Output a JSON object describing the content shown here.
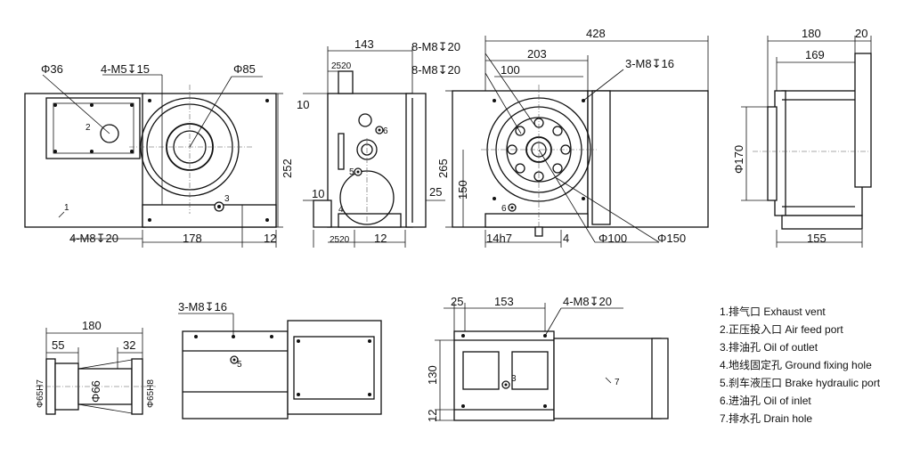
{
  "top_view": {
    "dims": {
      "d36": "Φ36",
      "m5": "4-M5↧15",
      "d85": "Φ85",
      "m8_20": "4-M8↧20",
      "w178": "178",
      "w12": "12",
      "h252": "252"
    },
    "labels": {
      "n1": "1",
      "n2": "2",
      "n3": "3"
    }
  },
  "side_view": {
    "dims": {
      "w143": "143",
      "w2520a": "2520",
      "h10a": "10",
      "h10b": "10",
      "h25": "25",
      "w2520b": "2520",
      "w12": "12"
    },
    "labels": {
      "n4": "4",
      "n5": "5",
      "n6": "6"
    }
  },
  "front_view": {
    "dims": {
      "w428": "428",
      "w203": "203",
      "w100": "100",
      "m8a": "8-M8↧20",
      "m8b": "8-M8↧20",
      "m8c": "3-M8↧16",
      "h265": "265",
      "h150": "150",
      "w14h7": "14h7",
      "w4": "4",
      "d100": "Φ100",
      "d150": "Φ150"
    },
    "labels": {
      "n6": "6"
    }
  },
  "right_view": {
    "dims": {
      "w180": "180",
      "w20": "20",
      "w169": "169",
      "d170": "Φ170",
      "w155": "155"
    }
  },
  "shaft_view": {
    "dims": {
      "w180": "180",
      "w55": "55",
      "w32": "32",
      "d65h7": "Φ65H7",
      "d66": "Φ66",
      "d65h8": "Φ65H8"
    }
  },
  "bottom_left_view": {
    "dims": {
      "m8": "3-M8↧16"
    },
    "labels": {
      "n5": "5"
    }
  },
  "bottom_mid_view": {
    "dims": {
      "w25": "25",
      "w153": "153",
      "m8": "4-M8↧20",
      "h130": "130",
      "h12": "12"
    },
    "labels": {
      "n3": "3",
      "n7": "7"
    }
  },
  "legend": [
    "1.排气口  Exhaust vent",
    "2.正压投入口  Air feed port",
    "3.排油孔  Oil of outlet",
    "4.地线固定孔  Ground fixing hole",
    "5.刹车液压口  Brake hydraulic port",
    "6.进油孔  Oil of inlet",
    "7.排水孔  Drain hole"
  ]
}
